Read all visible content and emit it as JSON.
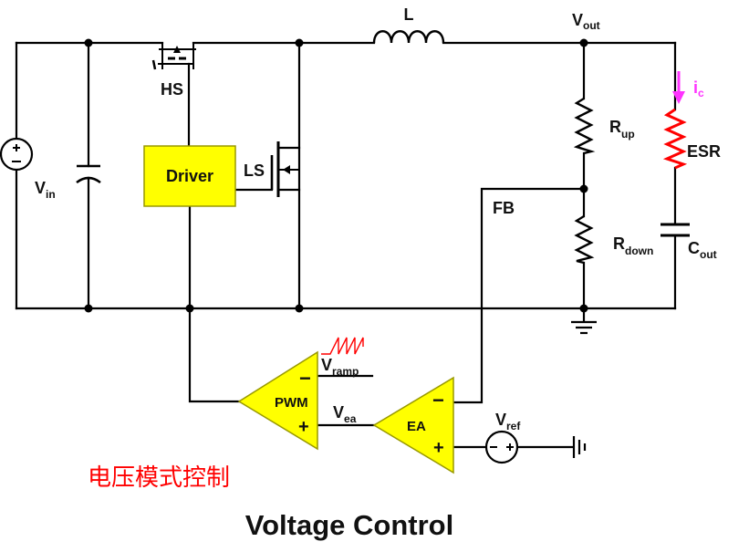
{
  "diagram": {
    "labels": {
      "inductor": "L",
      "vout": {
        "main": "V",
        "sub": "out"
      },
      "vin": {
        "main": "V",
        "sub": "in"
      },
      "hs": "HS",
      "ls": "LS",
      "driver": "Driver",
      "rup": {
        "main": "R",
        "sub": "up"
      },
      "rdown": {
        "main": "R",
        "sub": "down"
      },
      "esr": "ESR",
      "ic": {
        "main": "i",
        "sub": "c"
      },
      "cout": {
        "main": "C",
        "sub": "out"
      },
      "fb": "FB",
      "vramp": {
        "main": "V",
        "sub": "ramp"
      },
      "pwm": "PWM",
      "vea": {
        "main": "V",
        "sub": "ea"
      },
      "ea": "EA",
      "vref": {
        "main": "V",
        "sub": "ref"
      },
      "plus": "+",
      "minus": "−"
    },
    "caption_cn": "电压模式控制",
    "title": "Voltage Control"
  },
  "colors": {
    "block_fill": "#ffff00",
    "block_stroke": "#999900",
    "esr": "#ff0000",
    "ic_arrow": "#ff33ff",
    "caption_cn": "#ff0000",
    "ramp": "#ff0000",
    "wire": "#000000"
  }
}
